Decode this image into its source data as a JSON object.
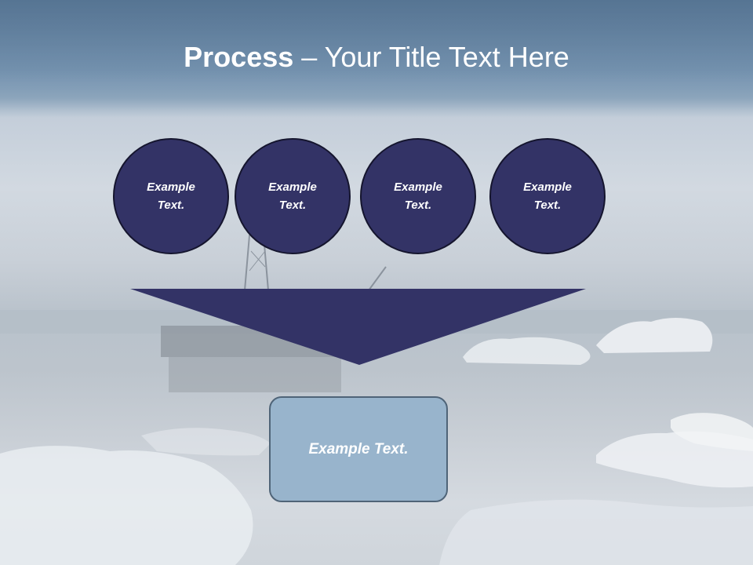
{
  "title": {
    "bold": "Process",
    "rest": " – Your Title Text Here"
  },
  "steps": [
    {
      "line1": "Example",
      "line2": "Text."
    },
    {
      "line1": "Example",
      "line2": "Text."
    },
    {
      "line1": "Example",
      "line2": "Text."
    },
    {
      "line1": "Example",
      "line2": "Text."
    }
  ],
  "result": {
    "text": "Example Text."
  },
  "colors": {
    "circle_fill": "#333366",
    "funnel_fill": "#333366",
    "result_box_fill": "#98b4cc"
  }
}
